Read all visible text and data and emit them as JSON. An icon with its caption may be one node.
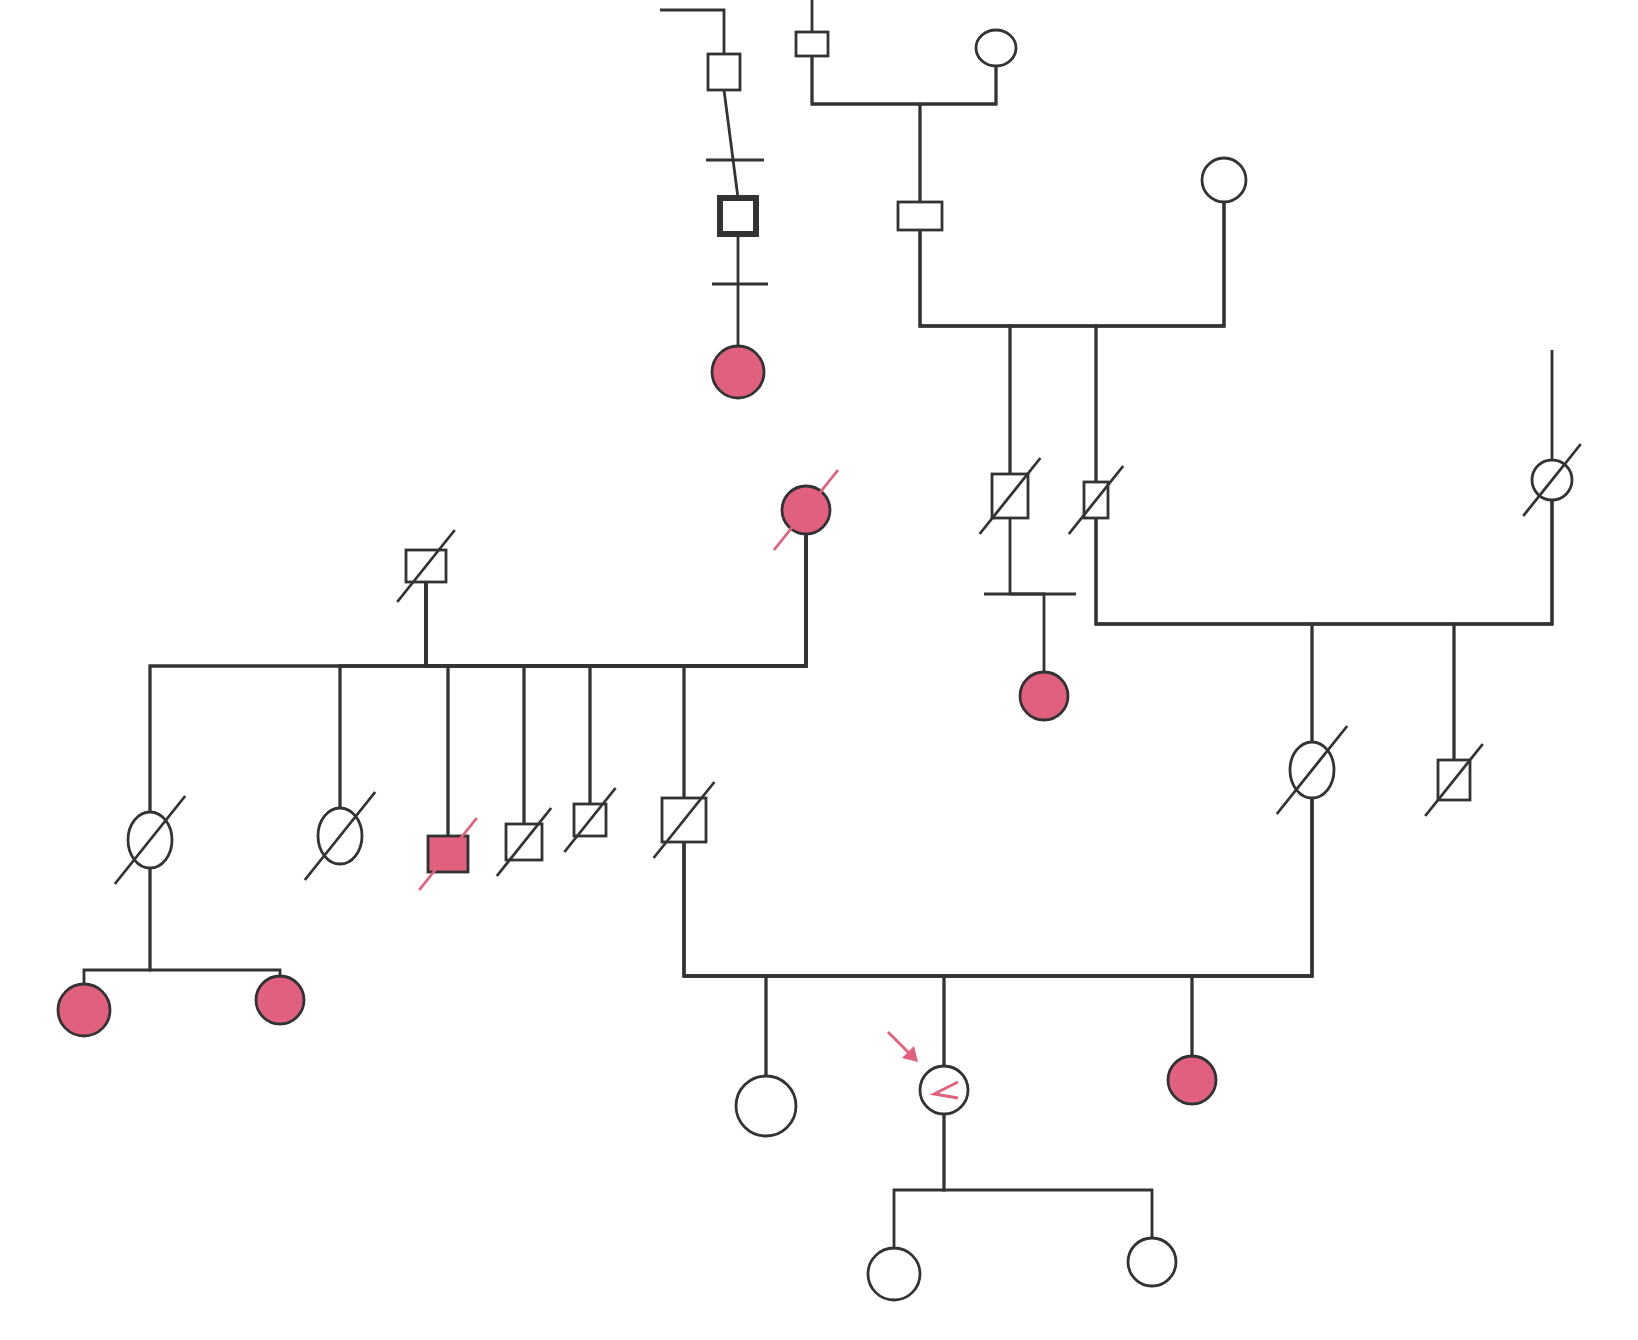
{
  "diagram": {
    "nodes": [
      {
        "text": [],
        "shape": "box"
      },
      {
        "text": [],
        "shape": "box"
      },
      {
        "text": [],
        "shape": "circle"
      },
      {
        "text": [],
        "shape": "box"
      },
      {
        "text": [],
        "shape": "circle"
      },
      {
        "text": [],
        "shape": "box"
      },
      {
        "text": [],
        "shape": "circle"
      },
      {
        "text": [],
        "shape": "box"
      },
      {
        "text": [],
        "shape": "box"
      },
      {
        "text": [],
        "shape": "circle"
      },
      {
        "text": [],
        "shape": "circle"
      },
      {
        "text": [],
        "shape": "circle"
      },
      {
        "text": [],
        "shape": "box"
      },
      {
        "text": [],
        "shape": "circle"
      },
      {
        "text": [],
        "shape": "box"
      },
      {
        "text": [],
        "shape": "circle"
      },
      {
        "text": [],
        "shape": "circle"
      },
      {
        "text": [],
        "shape": "box"
      },
      {
        "text": [],
        "shape": "box"
      },
      {
        "text": [],
        "shape": "box"
      },
      {
        "text": [],
        "shape": "box"
      },
      {
        "text": [],
        "shape": "circle"
      },
      {
        "text": [],
        "shape": "circle"
      },
      {
        "text": [],
        "shape": "circle"
      },
      {
        "text": [],
        "shape": "circle"
      },
      {
        "text": [],
        "shape": "circle"
      },
      {
        "text": [],
        "shape": "circle"
      },
      {
        "text": [],
        "shape": "circle"
      }
    ],
    "edges": [
      {
        "from": null,
        "to": 0,
        "arrow": "none"
      },
      {
        "from": 0,
        "to": 1,
        "arrow": "none"
      },
      {
        "from": 1,
        "to": 2,
        "arrow": "none"
      },
      {
        "from": null,
        "to": 3,
        "arrow": "none"
      },
      {
        "from": 3,
        "to": 4,
        "arrow": "none"
      },
      {
        "from": 3,
        "to": 5,
        "arrow": "none"
      },
      {
        "from": 4,
        "to": 5,
        "arrow": "none"
      },
      {
        "from": 5,
        "to": 6,
        "arrow": "none"
      },
      {
        "from": 5,
        "to": 7,
        "arrow": "none"
      },
      {
        "from": 6,
        "to": 7,
        "arrow": "none"
      },
      {
        "from": 5,
        "to": 8,
        "arrow": "none"
      },
      {
        "from": 6,
        "to": 8,
        "arrow": "none"
      },
      {
        "from": 7,
        "to": 9,
        "arrow": "none"
      },
      {
        "from": null,
        "to": 10,
        "arrow": "none"
      },
      {
        "from": 8,
        "to": 10,
        "arrow": "none"
      },
      {
        "from": 8,
        "to": 11,
        "arrow": "none"
      },
      {
        "from": 10,
        "to": 11,
        "arrow": "none"
      },
      {
        "from": 8,
        "to": 12,
        "arrow": "none"
      },
      {
        "from": 10,
        "to": 12,
        "arrow": "none"
      },
      {
        "from": 14,
        "to": 13,
        "arrow": "none"
      },
      {
        "from": 14,
        "to": 15,
        "arrow": "none"
      },
      {
        "from": 13,
        "to": 15,
        "arrow": "none"
      },
      {
        "from": 14,
        "to": 16,
        "arrow": "none"
      },
      {
        "from": 13,
        "to": 16,
        "arrow": "none"
      },
      {
        "from": 14,
        "to": 17,
        "arrow": "none"
      },
      {
        "from": 13,
        "to": 17,
        "arrow": "none"
      },
      {
        "from": 14,
        "to": 18,
        "arrow": "none"
      },
      {
        "from": 13,
        "to": 18,
        "arrow": "none"
      },
      {
        "from": 14,
        "to": 19,
        "arrow": "none"
      },
      {
        "from": 13,
        "to": 19,
        "arrow": "none"
      },
      {
        "from": 14,
        "to": 20,
        "arrow": "none"
      },
      {
        "from": 13,
        "to": 20,
        "arrow": "none"
      },
      {
        "from": 15,
        "to": 21,
        "arrow": "none"
      },
      {
        "from": 15,
        "to": 22,
        "arrow": "none"
      },
      {
        "from": 20,
        "to": 11,
        "arrow": "none"
      },
      {
        "from": 20,
        "to": 23,
        "arrow": "none"
      },
      {
        "from": 11,
        "to": 23,
        "arrow": "none"
      },
      {
        "from": 20,
        "to": 24,
        "arrow": "none"
      },
      {
        "from": 11,
        "to": 24,
        "arrow": "none"
      },
      {
        "from": 20,
        "to": 25,
        "arrow": "none"
      },
      {
        "from": 11,
        "to": 25,
        "arrow": "none"
      },
      {
        "from": 24,
        "to": 26,
        "arrow": "none"
      },
      {
        "from": 24,
        "to": 27,
        "arrow": "none"
      }
    ]
  }
}
